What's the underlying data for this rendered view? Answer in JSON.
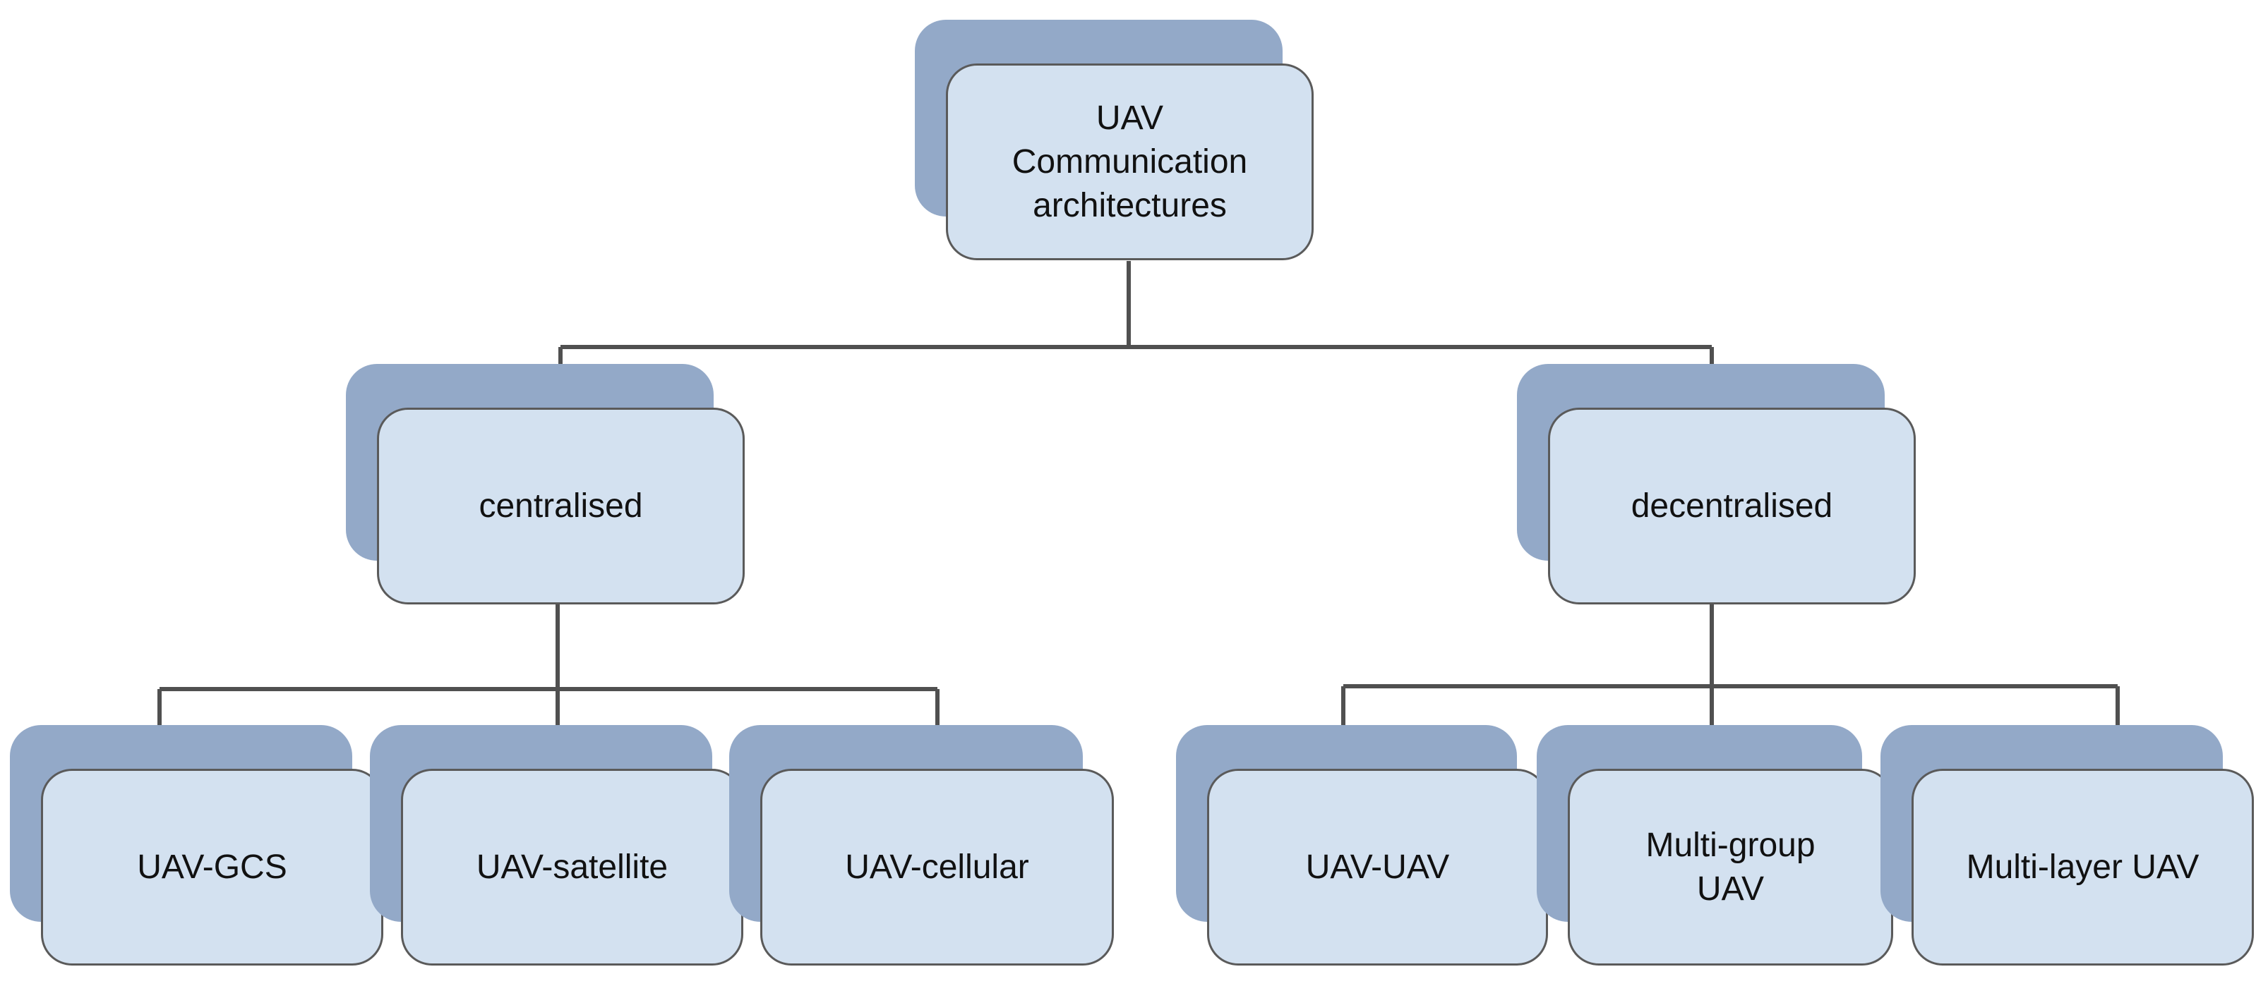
{
  "diagram": {
    "root": {
      "label": "UAV\nCommunication\narchitectures"
    },
    "level1": [
      {
        "label": "centralised"
      },
      {
        "label": "decentralised"
      }
    ],
    "level2": [
      {
        "label": "UAV-GCS"
      },
      {
        "label": "UAV-satellite"
      },
      {
        "label": "UAV-cellular"
      },
      {
        "label": "UAV-UAV"
      },
      {
        "label": "Multi-group\nUAV"
      },
      {
        "label": "Multi-layer UAV"
      }
    ],
    "colors": {
      "box_fill": "#d3e1f0",
      "shadow_fill": "#93a9c8",
      "border": "#5a5a5a",
      "connector": "#505050"
    }
  }
}
